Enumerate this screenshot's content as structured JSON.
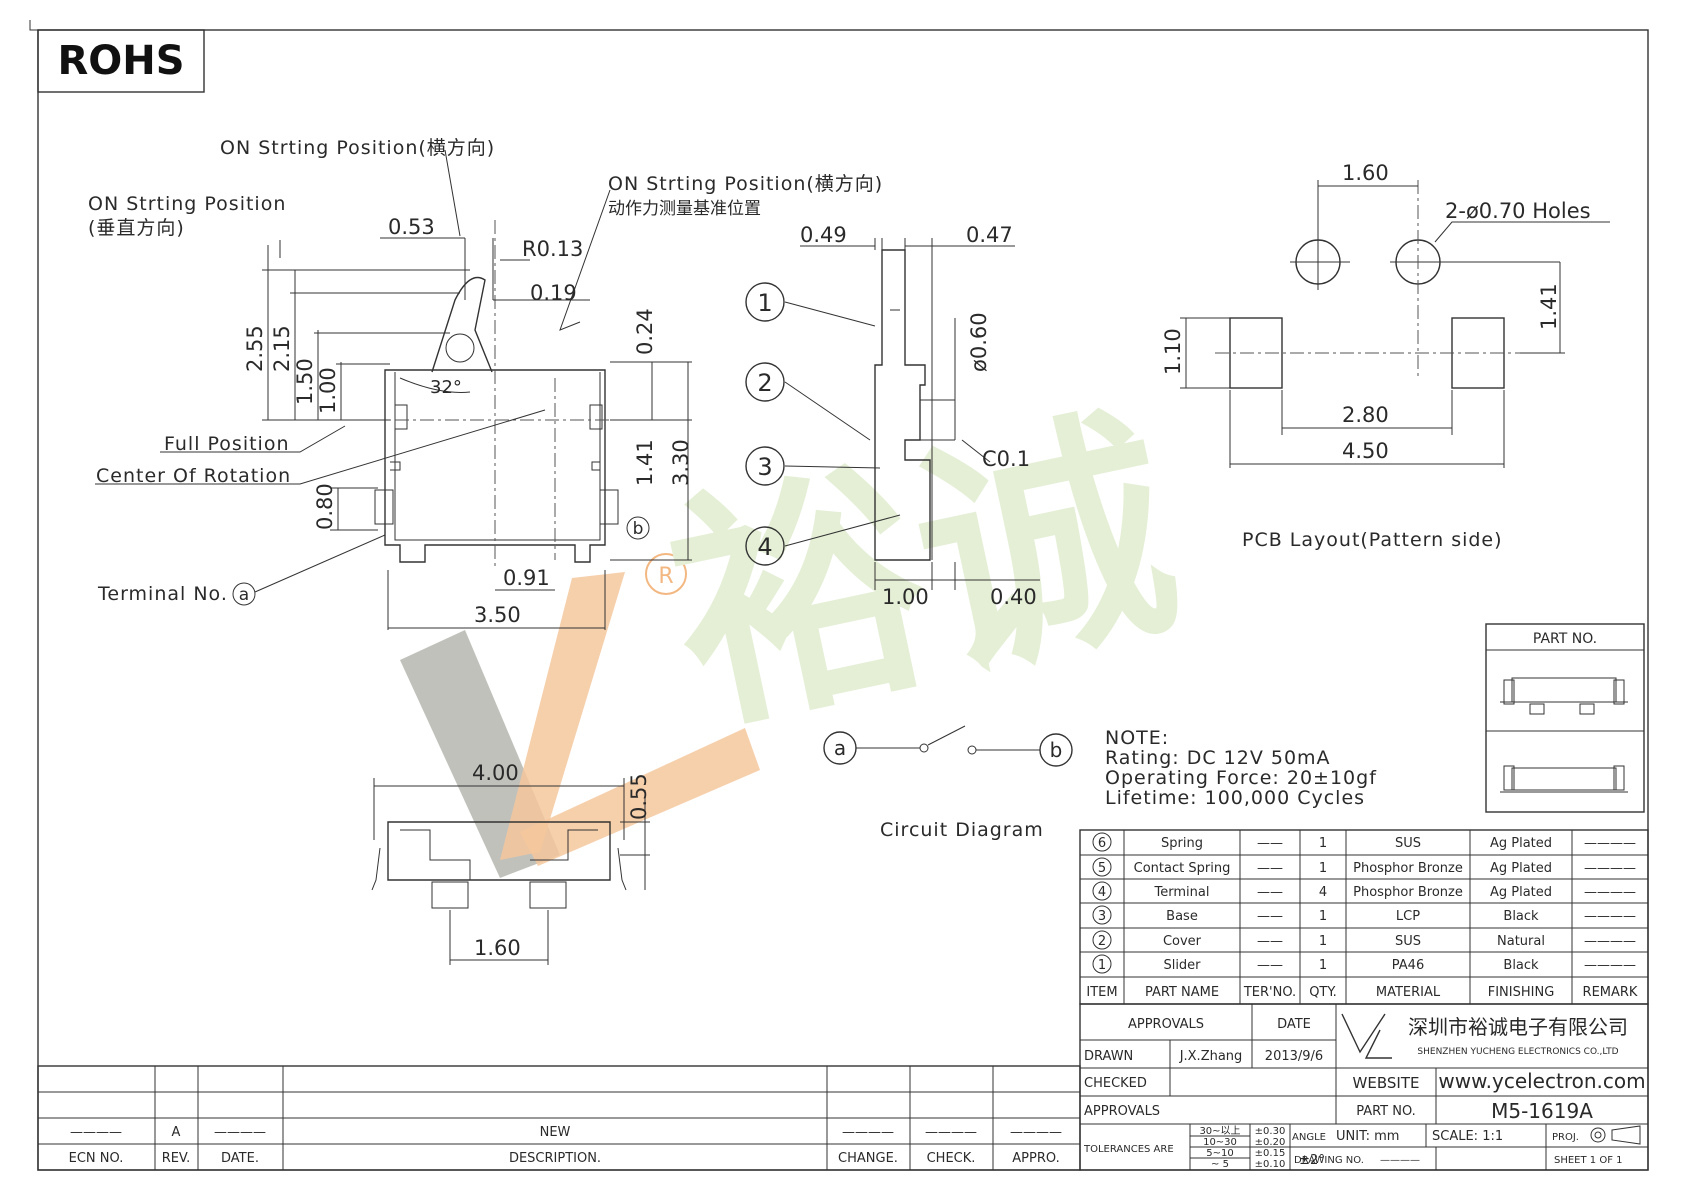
{
  "rohs_label": "ROHS",
  "annotations": {
    "on_start_horizontal": "ON  Strting  Position(横方向)",
    "on_start_vertical": "ON  Strting  Position",
    "vertical_dir": "(垂直方向)",
    "on_start_horizontal_2": "ON  Strting  Position(横方向)",
    "force_ref": "动作力测量基准位置",
    "full_position": "Full  Position",
    "center_rotation": "Center  Of  Rotation",
    "terminal_no": "Terminal  No.",
    "terminal_a": "a",
    "terminal_b": "b",
    "angle": "32°"
  },
  "dims_side": {
    "d053": "0.53",
    "r013": "R0.13",
    "d019": "0.19",
    "d255": "2.55",
    "d215": "2.15",
    "d150": "1.50",
    "d100": "1.00",
    "d024": "0.24",
    "d141": "1.41",
    "d330": "3.30",
    "d080": "0.80",
    "d091": "0.91",
    "d350": "3.50"
  },
  "dims_section": {
    "d049": "0.49",
    "d047": "0.47",
    "d060": "ø0.60",
    "c01": "C0.1",
    "d100": "1.00",
    "d040": "0.40",
    "balloons": [
      "1",
      "2",
      "3",
      "4"
    ]
  },
  "dims_bottom": {
    "d400": "4.00",
    "d055": "0.55",
    "d160": "1.60"
  },
  "pcb": {
    "d160": "1.60",
    "holes": "2-ø0.70  Holes",
    "d141": "1.41",
    "d110": "1.10",
    "d280": "2.80",
    "d450": "4.50",
    "title": "PCB  Layout(Pattern  side)"
  },
  "circuit": {
    "a": "a",
    "b": "b",
    "title": "Circuit  Diagram"
  },
  "note": {
    "title": "NOTE:",
    "lines": [
      "Rating:  DC  12V  50mA",
      "Operating  Force:  20±10gf",
      "Lifetime:    100,000  Cycles"
    ]
  },
  "part_no_box": "PART  NO.",
  "watermark": {
    "brand_cn": "裕诚",
    "registered": "R"
  },
  "bom": {
    "rows": [
      {
        "item": "6",
        "name": "Spring",
        "ter": "——",
        "qty": "1",
        "material": "SUS",
        "finishing": "Ag  Plated",
        "remark": "————"
      },
      {
        "item": "5",
        "name": "Contact  Spring",
        "ter": "——",
        "qty": "1",
        "material": "Phosphor  Bronze",
        "finishing": "Ag  Plated",
        "remark": "————"
      },
      {
        "item": "4",
        "name": "Terminal",
        "ter": "——",
        "qty": "4",
        "material": "Phosphor  Bronze",
        "finishing": "Ag  Plated",
        "remark": "————"
      },
      {
        "item": "3",
        "name": "Base",
        "ter": "——",
        "qty": "1",
        "material": "LCP",
        "finishing": "Black",
        "remark": "————"
      },
      {
        "item": "2",
        "name": "Cover",
        "ter": "——",
        "qty": "1",
        "material": "SUS",
        "finishing": "Natural",
        "remark": "————"
      },
      {
        "item": "1",
        "name": "Slider",
        "ter": "——",
        "qty": "1",
        "material": "PA46",
        "finishing": "Black",
        "remark": "————"
      }
    ],
    "headers": [
      "ITEM",
      "PART  NAME",
      "TER'NO.",
      "QTY.",
      "MATERIAL",
      "FINISHING",
      "REMARK"
    ]
  },
  "title_block": {
    "approvals": "APPROVALS",
    "date": "DATE",
    "drawn": "DRAWN",
    "drawn_by": "J.X.Zhang",
    "drawn_date": "2013/9/6",
    "checked": "CHECKED",
    "approvals2": "APPROVALS",
    "company_cn": "深圳市裕诚电子有限公司",
    "company_en": "SHENZHEN  YUCHENG  ELECTRONICS  CO.,LTD",
    "website_label": "WEBSITE",
    "website": "www.ycelectron.com",
    "part_no_label": "PART  NO.",
    "part_no": "M5-1619A",
    "tolerances": "TOLERANCES  ARE",
    "tol_ranges": [
      "30~以上",
      "10~30",
      "5~10",
      "~ 5"
    ],
    "tol_values": [
      "±0.30",
      "±0.20",
      "±0.15",
      "±0.10"
    ],
    "angle_label": "ANGLE",
    "angle_tol": "±2°",
    "unit": "UNIT:  mm",
    "scale": "SCALE:     1:1",
    "proj": "PROJ.",
    "drawing_no": "DRAWING  NO.",
    "drawing_no_val": "————",
    "sheet": "SHEET     1  OF  1"
  },
  "revision": {
    "ecn_val": "————",
    "rev_val": "A",
    "date_val": "————",
    "desc_val": "NEW",
    "change_val": "————",
    "check_val": "————",
    "appro_val": "————",
    "ecn": "ECN  NO.",
    "rev": "REV.",
    "date": "DATE.",
    "desc": "DESCRIPTION.",
    "change": "CHANGE.",
    "check": "CHECK.",
    "appro": "APPRO."
  },
  "colors": {
    "line": "#333333",
    "watermark_green": "#e4efd6",
    "watermark_gray": "#b4b4ae",
    "watermark_orange": "#f6cca2"
  }
}
